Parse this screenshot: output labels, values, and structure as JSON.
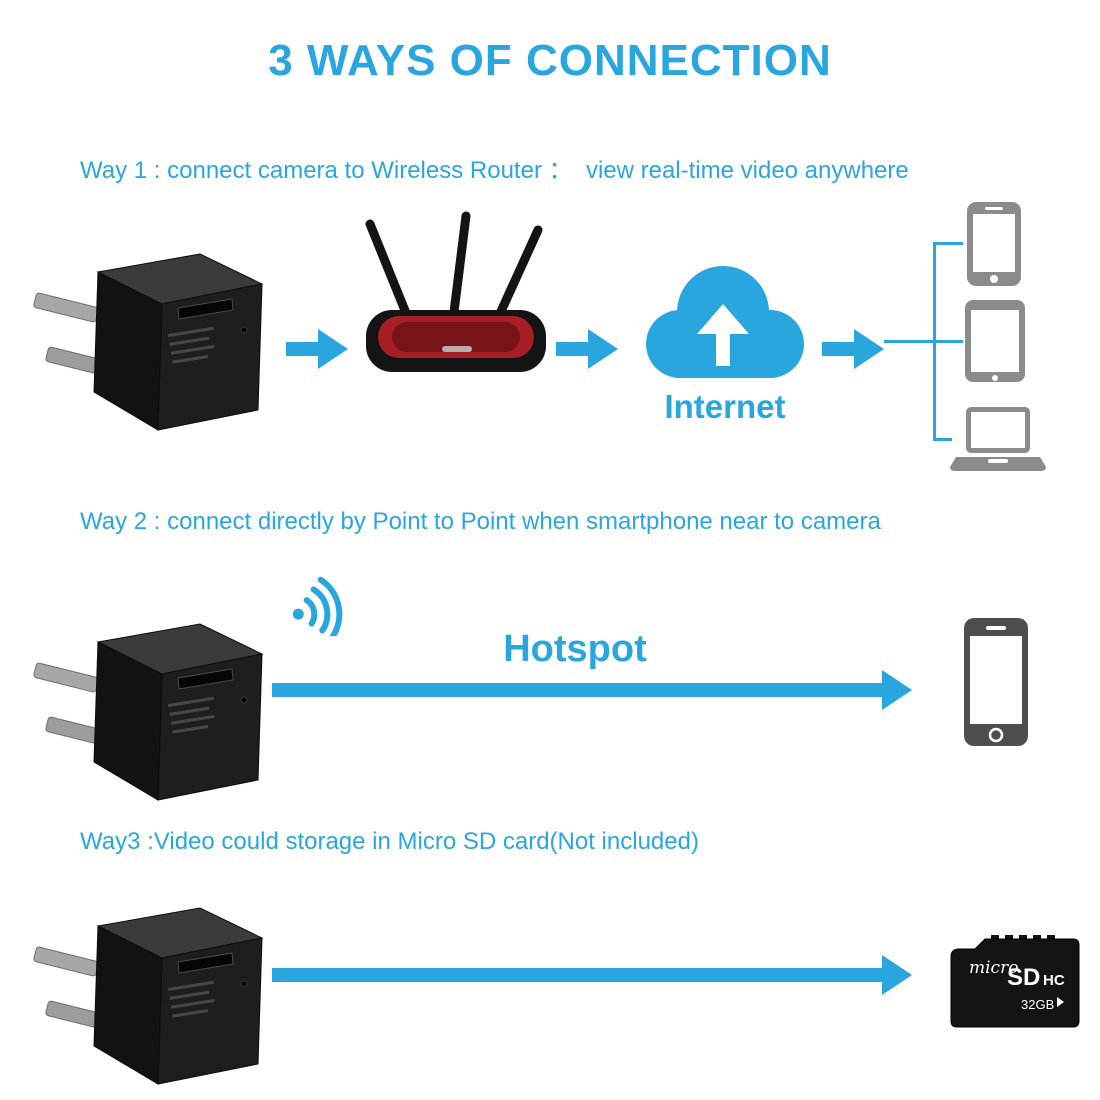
{
  "title": "3 WAYS OF CONNECTION",
  "accent_color": "#2aa6df",
  "way1": {
    "label": "Way 1 : connect camera to Wireless Router ：  view real-time video anywhere",
    "internet_label": "Internet"
  },
  "way2": {
    "label": "Way 2 : connect directly by Point to Point when smartphone near to camera",
    "hotspot_label": "Hotspot"
  },
  "way3": {
    "label": "Way3 :Video could storage in Micro SD card(Not included)",
    "sd_card": {
      "brand": "micro",
      "logo": "SD",
      "logo_suffix": "HC",
      "capacity": "32GB"
    }
  }
}
